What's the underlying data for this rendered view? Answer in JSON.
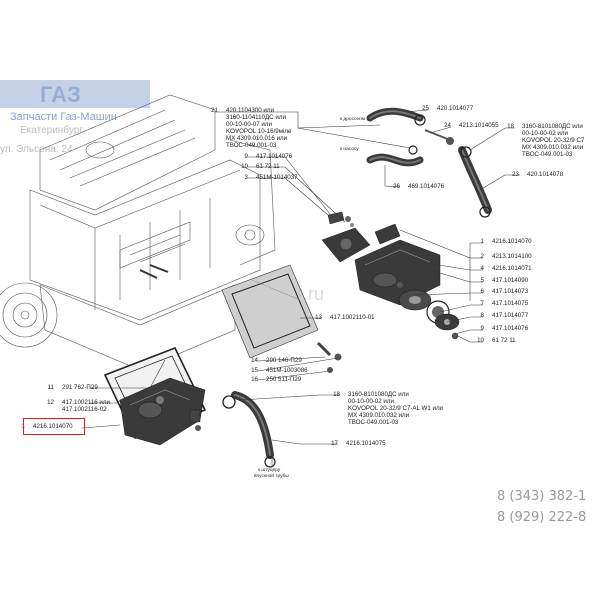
{
  "watermark": {
    "logo_text": "ГАЗ",
    "shop_name": "Запчасти Газ-Машин",
    "city_line": "Екатеринбург",
    "address_line": "ул. Эльсона, 24",
    "center_text": "detali-gaz.ru"
  },
  "phones": [
    "8 (343) 382-1",
    "8 (929) 222-8"
  ],
  "highlighted_part": "1",
  "notes": {
    "to_throttle": "к дросселю",
    "to_heater": "к насосу",
    "to_fitting": "к штуцеру\nвпускной трубы"
  },
  "callouts": [
    {
      "num": "21",
      "code": "420.1104300 или\n3160-1104110ДС или\n00-10-00-07 или\nKOVOPOL 10-16/9мiле\nMX 4309.010.016 или\nТВОС-049.001-03"
    },
    {
      "num": "25",
      "code": "420.1014077"
    },
    {
      "num": "24",
      "code": "4213.1014055"
    },
    {
      "num": "18",
      "code": "3160-8101080ДС или\n00-10-00-02 или\nKOVOPOL 20-32/9 С7\nMX 4309.010.032 или\nТВОС-049.001-03"
    },
    {
      "num": "9",
      "code": "417.1014076"
    },
    {
      "num": "10",
      "code": "61 72 11"
    },
    {
      "num": "3",
      "code": "451М-1014037"
    },
    {
      "num": "26",
      "code": "469.1014076"
    },
    {
      "num": "23",
      "code": "420.1014078"
    },
    {
      "num": "1",
      "code": "4216.1014070"
    },
    {
      "num": "2",
      "code": "4213.1014100"
    },
    {
      "num": "4",
      "code": "4216.1014071"
    },
    {
      "num": "5",
      "code": "417.1014090"
    },
    {
      "num": "6",
      "code": "417.1014073"
    },
    {
      "num": "7",
      "code": "417.1014075"
    },
    {
      "num": "8",
      "code": "417.1014077"
    },
    {
      "num": "9",
      "code": "417.1014076"
    },
    {
      "num": "10",
      "code": "61 72 11"
    },
    {
      "num": "13",
      "code": "417.1002110-01"
    },
    {
      "num": "14",
      "code": "290 146-П29"
    },
    {
      "num": "15",
      "code": "451М-1003086"
    },
    {
      "num": "16",
      "code": "250 511-П29"
    },
    {
      "num": "11",
      "code": "291 762-П29"
    },
    {
      "num": "12",
      "code": "417.1002116 или\n417.1002116-02"
    },
    {
      "num": "1",
      "code": "4216.1014070"
    },
    {
      "num": "18",
      "code": "3160-8101080ДС или\n00-10-00-02 или\nKOVOPOL 20-32/9 С7-AL W1 или\nMX 4309.010.032 или\nТВОС-049.001-03"
    },
    {
      "num": "17",
      "code": "4216.1014075"
    }
  ]
}
